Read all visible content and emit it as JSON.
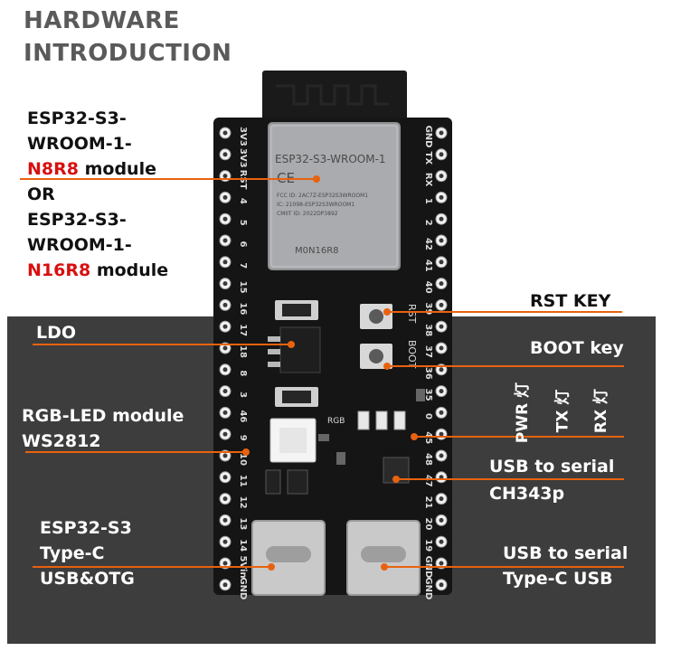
{
  "title": {
    "line1": "HARDWARE",
    "line2": "INTRODUCTION"
  },
  "module_label": {
    "line1": "ESP32-S3-",
    "line2": "WROOM-1-",
    "variant1": "N8R8",
    "module_word": " module",
    "or": "OR",
    "line4": "ESP32-S3-",
    "line5": "WROOM-1-",
    "variant2": "N16R8"
  },
  "labels": {
    "rst": "RST KEY",
    "ldo": "LDO",
    "boot": "BOOT key",
    "rgb1": "RGB-LED module",
    "rgb2": "WS2812",
    "pwr": "PWR 灯",
    "tx": "TX 灯",
    "rx": "RX 灯",
    "usb_serial1": "USB to serial",
    "usb_serial2": "CH343p",
    "esp_otg1": "ESP32-S3",
    "esp_otg2": "Type-C",
    "esp_otg3": "USB&OTG",
    "usb_typec1": "USB to serial",
    "usb_typec2": "Type-C USB"
  },
  "board": {
    "shield_text": "ESP32-S3-WROOM-1",
    "ce": "CE",
    "fcc": "FCC ID: 2AC7Z-ESP32S3WROOM1",
    "ic": "IC: 21098-ESP32S3WROOM1",
    "cmiit": "CMIIT ID: 2022DP3892",
    "model": "M0N16R8",
    "rgb_silk": "RGB",
    "rst_silk": "RST",
    "boot_silk": "BOOT",
    "left_pins": [
      "3V3",
      "3V3",
      "RST",
      "4",
      "5",
      "6",
      "7",
      "15",
      "16",
      "17",
      "18",
      "8",
      "3",
      "46",
      "9",
      "10",
      "11",
      "12",
      "13",
      "14",
      "5Vin",
      "GND"
    ],
    "right_pins": [
      "GND",
      "TX",
      "RX",
      "1",
      "2",
      "42",
      "41",
      "40",
      "39",
      "38",
      "37",
      "36",
      "35",
      "0",
      "45",
      "48",
      "47",
      "21",
      "20",
      "19",
      "GND",
      "GND"
    ]
  },
  "colors": {
    "arrow": "#e8620f",
    "title": "#5a5a5a",
    "red": "#d81010",
    "band": "#3d3d3d",
    "pcb": "#151515"
  }
}
